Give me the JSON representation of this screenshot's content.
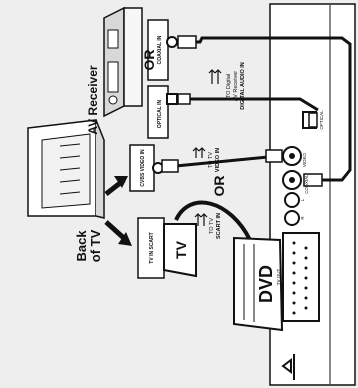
{
  "labels": {
    "av_receiver": "AV Receiver",
    "or_top": "OR",
    "or_middle": "OR",
    "coaxial_in": "COAXIAL IN",
    "optical_in": "OPTICAL IN",
    "to_digital_line1": "TO Digital",
    "to_digital_line2": "AV Receiver",
    "digital_audio_in": "DIGITAL AUDIO IN",
    "cvbs_video_in": "CVBS VIDEO IN",
    "to_tv_video_line1": "TO TV",
    "to_tv_video_line2": "VIDEO IN",
    "tv_in_scart": "TV IN SCART",
    "tv_plug": "TV",
    "to_tv_scart_line1": "TO TV",
    "to_tv_scart_line2": "SCART IN",
    "dvd_plug": "DVD",
    "back_of_tv_line1": "Back",
    "back_of_tv_line2": "of TV",
    "panel_optical": "OPTICAL",
    "panel_coaxial": "COAXIAL",
    "panel_video": "VIDEO",
    "panel_tv_out": "TV OUT",
    "panel_l": "L",
    "panel_r": "R"
  },
  "colors": {
    "background": "#eeeeee",
    "ink": "#111111",
    "panel": "#ffffff"
  }
}
